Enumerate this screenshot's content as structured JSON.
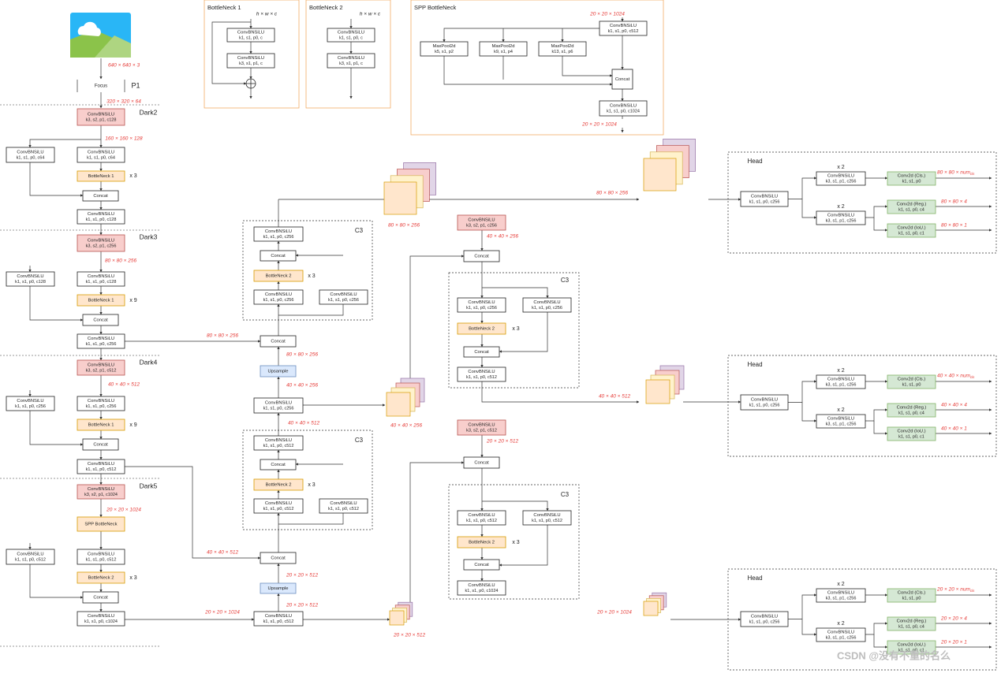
{
  "stages": {
    "p1": "P1",
    "dark2": "Dark2",
    "dark3": "Dark3",
    "dark4": "Dark4",
    "dark5": "Dark5"
  },
  "dims": {
    "input": "640 × 640 × 3",
    "p1_out": "320 × 320 × 64",
    "dark2_mid": "160 × 160 × 128",
    "dark3_mid": "80 × 80 × 256",
    "dark4_mid": "40 × 40 × 512",
    "dark5_mid": "20 × 20 × 1024",
    "lat80": "80 × 80 × 256",
    "lat40": "40 × 40 × 512",
    "lat20": "20 × 20 × 1024",
    "fpn80": "80 × 80 × 256",
    "up40": "40 × 40 × 256",
    "cat40": "40 × 40 × 512",
    "up20": "20 × 20 × 512",
    "cube80": "80 × 80 × 256",
    "cube40": "40 × 40 × 256",
    "cube20": "20 × 20 × 512",
    "pan80": "80 × 80 × 256",
    "pan40": "40 × 40 × 256",
    "pan40b": "40 × 40 × 512",
    "pan20": "20 × 20 × 512",
    "pan20b": "20 × 20 × 1024",
    "spp_in": "20 × 20 × 1024",
    "spp_out": "20 × 20 × 1024"
  },
  "bottleneck1": {
    "title": "BottleNeck 1",
    "dim": "h × w × c",
    "conv1": [
      "ConvBNSiLU",
      "k1, s1, p0, c"
    ],
    "conv2": [
      "ConvBNSiLU",
      "k3, s1, p1, c"
    ]
  },
  "bottleneck2": {
    "title": "BottleNeck 2",
    "dim": "h × w × c",
    "conv1": [
      "ConvBNSiLU",
      "k1, s1, p0, c"
    ],
    "conv2": [
      "ConvBNSiLU",
      "k3, s1, p1, c"
    ]
  },
  "spp": {
    "title": "SPP BottleNeck",
    "conv_in": [
      "ConvBNSiLU",
      "k1, s1, p0, c512"
    ],
    "pool1": [
      "MaxPool2d",
      "k5, s1, p2"
    ],
    "pool2": [
      "MaxPool2d",
      "k9, s1, p4"
    ],
    "pool3": [
      "MaxPool2d",
      "k13, s1, p6"
    ],
    "concat": "Concat",
    "conv_out": [
      "ConvBNSiLU",
      "k1, s1, p0, c1024"
    ]
  },
  "backbone": {
    "focus": "Focus",
    "d2_down": [
      "ConvBNSiLU",
      "k3, s2, p1, c128"
    ],
    "d2_side": [
      "ConvBNSiLU",
      "k1, s1, p0, c64"
    ],
    "d2_main": [
      "ConvBNSiLU",
      "k1, s1, p0, c64"
    ],
    "d2_bn": "BottleNeck 1",
    "d2_rep": "x 3",
    "d2_cat": "Concat",
    "d2_out": [
      "ConvBNSiLU",
      "k1, s1, p0, c128"
    ],
    "d3_down": [
      "ConvBNSiLU",
      "k3, s2, p1, c256"
    ],
    "d3_side": [
      "ConvBNSiLU",
      "k1, s1, p0, c128"
    ],
    "d3_main": [
      "ConvBNSiLU",
      "k1, s1, p0, c128"
    ],
    "d3_bn": "BottleNeck 1",
    "d3_rep": "x 9",
    "d3_cat": "Concat",
    "d3_out": [
      "ConvBNSiLU",
      "k1, s1, p0, c256"
    ],
    "d4_down": [
      "ConvBNSiLU",
      "k3, s2, p1, c512"
    ],
    "d4_side": [
      "ConvBNSiLU",
      "k1, s1, p0, c256"
    ],
    "d4_main": [
      "ConvBNSiLU",
      "k1, s1, p0, c256"
    ],
    "d4_bn": "BottleNeck 1",
    "d4_rep": "x 9",
    "d4_cat": "Concat",
    "d4_out": [
      "ConvBNSiLU",
      "k1, s1, p0, c512"
    ],
    "d5_down": [
      "ConvBNSiLU",
      "k3, s2, p1, c1024"
    ],
    "d5_spp": "SPP BottleNeck",
    "d5_side": [
      "ConvBNSiLU",
      "k1, s1, p0, c512"
    ],
    "d5_main": [
      "ConvBNSiLU",
      "k1, s1, p0, c512"
    ],
    "d5_bn": "BottleNeck 2",
    "d5_rep": "x 3",
    "d5_cat": "Concat",
    "d5_out": [
      "ConvBNSiLU",
      "k1, s1, p0, c1024"
    ]
  },
  "fpn": {
    "c3a_title": "C3",
    "c3a_top": [
      "ConvBNSiLU",
      "k1, s1, p0, c256"
    ],
    "c3a_cat": "Concat",
    "c3a_bn": "BottleNeck 2",
    "c3a_rep": "x 3",
    "c3a_main": [
      "ConvBNSiLU",
      "k1, s1, p0, c256"
    ],
    "c3a_side": [
      "ConvBNSiLU",
      "k1, s1, p0, c256"
    ],
    "cat40": "Concat",
    "ups40": "Upsample",
    "conv40": [
      "ConvBNSiLU",
      "k1, s1, p0, c256"
    ],
    "c3b_title": "C3",
    "c3b_top": [
      "ConvBNSiLU",
      "k1, s1, p0, c512"
    ],
    "c3b_cat": "Concat",
    "c3b_bn": "BottleNeck 2",
    "c3b_rep": "x 3",
    "c3b_main": [
      "ConvBNSiLU",
      "k1, s1, p0, c512"
    ],
    "c3b_side": [
      "ConvBNSiLU",
      "k1, s1, p0, c512"
    ],
    "cat20": "Concat",
    "ups20": "Upsample",
    "conv20": [
      "ConvBNSiLU",
      "k1, s1, p0, c512"
    ]
  },
  "pan": {
    "down1": [
      "ConvBNSiLU",
      "k3, s2, p1, c256"
    ],
    "cat1": "Concat",
    "c3a_title": "C3",
    "c3a_l": [
      "ConvBNSiLU",
      "k1, s1, p0, c256"
    ],
    "c3a_r": [
      "ConvBNSiLU",
      "k1, s1, p0, c256"
    ],
    "c3a_bn": "BottleNeck 2",
    "c3a_rep": "x 3",
    "c3a_cat": "Concat",
    "c3a_out": [
      "ConvBNSiLU",
      "k1, s1, p0, c512"
    ],
    "down2": [
      "ConvBNSiLU",
      "k3, s2, p1, c512"
    ],
    "cat2": "Concat",
    "c3b_title": "C3",
    "c3b_l": [
      "ConvBNSiLU",
      "k1, s1, p0, c512"
    ],
    "c3b_r": [
      "ConvBNSiLU",
      "k1, s1, p0, c512"
    ],
    "c3b_bn": "BottleNeck 2",
    "c3b_rep": "x 3",
    "c3b_cat": "Concat",
    "c3b_out": [
      "ConvBNSiLU",
      "k1, s1, p0, c1024"
    ]
  },
  "head": {
    "title": "Head",
    "stem": [
      "ConvBNSiLU",
      "k1, s1, p0, c256"
    ],
    "rep": "x 2",
    "branch": [
      "ConvBNSiLU",
      "k3, s1, p1, c256"
    ],
    "cls": [
      "Conv2d (Cls.)",
      "k1, s1, p0"
    ],
    "reg": [
      "Conv2d (Reg.)",
      "k1, s1, p0, c4"
    ],
    "iou": [
      "Conv2d (IoU.)",
      "k1, s1, p0, c1"
    ],
    "out80_cls": "80 × 80 × num",
    "out80_reg": "80 × 80 × 4",
    "out80_iou": "80 × 80 × 1",
    "out40_cls": "40 × 40 × num",
    "out40_reg": "40 × 40 × 4",
    "out40_iou": "40 × 40 × 1",
    "out20_cls": "20 × 20 × num",
    "out20_reg": "20 × 20 × 4",
    "out20_iou": "20 × 20 × 1",
    "num_sub": "cls"
  },
  "watermark": "CSDN @没有不重的名么",
  "colors": {
    "red_fill": "#f8cecc",
    "red_stroke": "#b85450",
    "orange_fill": "#ffe6cc",
    "orange_stroke": "#d79b00",
    "green_fill": "#d5e8d4",
    "green_stroke": "#82b366",
    "blue_fill": "#dae8fc",
    "blue_stroke": "#6c8ebf",
    "dim_text": "#e53935",
    "frame_orange": "#f0a050"
  }
}
